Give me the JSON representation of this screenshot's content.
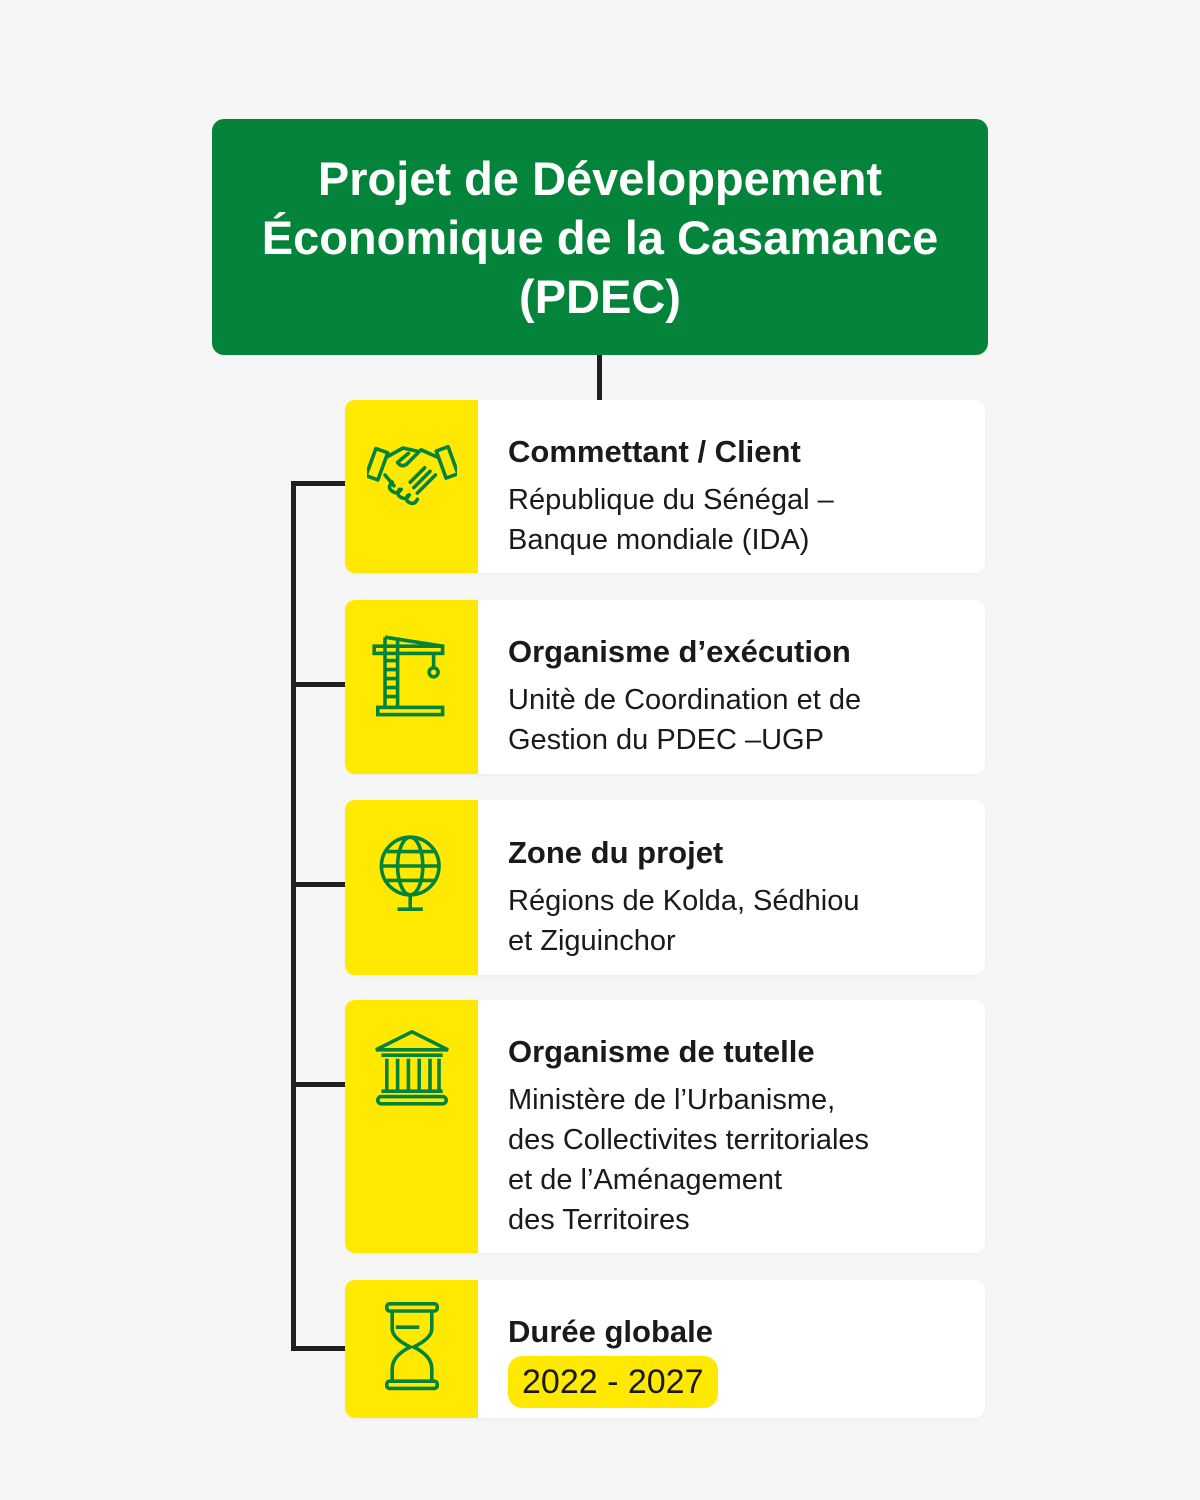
{
  "header": {
    "title_lines": [
      "Projet de Développement",
      "Économique de la Casamance",
      "(PDEC)"
    ]
  },
  "colors": {
    "green": "#03843a",
    "yellow": "#ffe900"
  },
  "items": [
    {
      "icon": "handshake-icon",
      "title": "Commettant / Client",
      "lines": [
        "République du Sénégal –",
        "Banque mondiale (IDA)"
      ]
    },
    {
      "icon": "crane-icon",
      "title": "Organisme d’exécution",
      "lines": [
        "Unitè de Coordination et de",
        "Gestion du PDEC –UGP"
      ]
    },
    {
      "icon": "globe-icon",
      "title": "Zone du projet",
      "lines": [
        "Régions de Kolda, Sédhiou",
        "et Ziguinchor"
      ]
    },
    {
      "icon": "government-building-icon",
      "title": "Organisme de tutelle",
      "lines": [
        "Ministère de l’Urbanisme,",
        "des Collectivites territoriales",
        "et de l’Aménagement",
        "des Territoires"
      ]
    },
    {
      "icon": "hourglass-icon",
      "title": "Durée globale",
      "badge": "2022 - 2027"
    }
  ]
}
